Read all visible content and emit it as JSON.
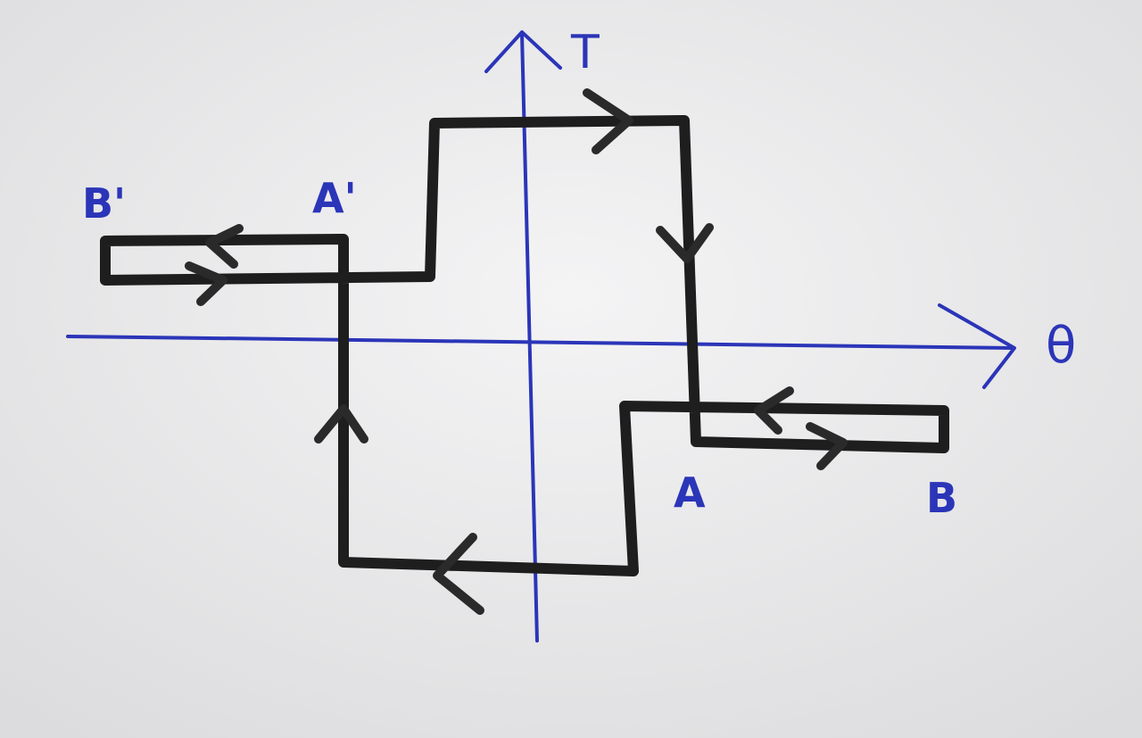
{
  "diagram": {
    "axes": {
      "vertical_label": "T",
      "horizontal_label": "θ"
    },
    "points": {
      "b_prime": "B'",
      "a_prime": "A'",
      "a": "A",
      "b": "B"
    },
    "colors": {
      "axis": "#2b35b8",
      "path": "#1e1e1e",
      "paper": "#ececed"
    }
  }
}
